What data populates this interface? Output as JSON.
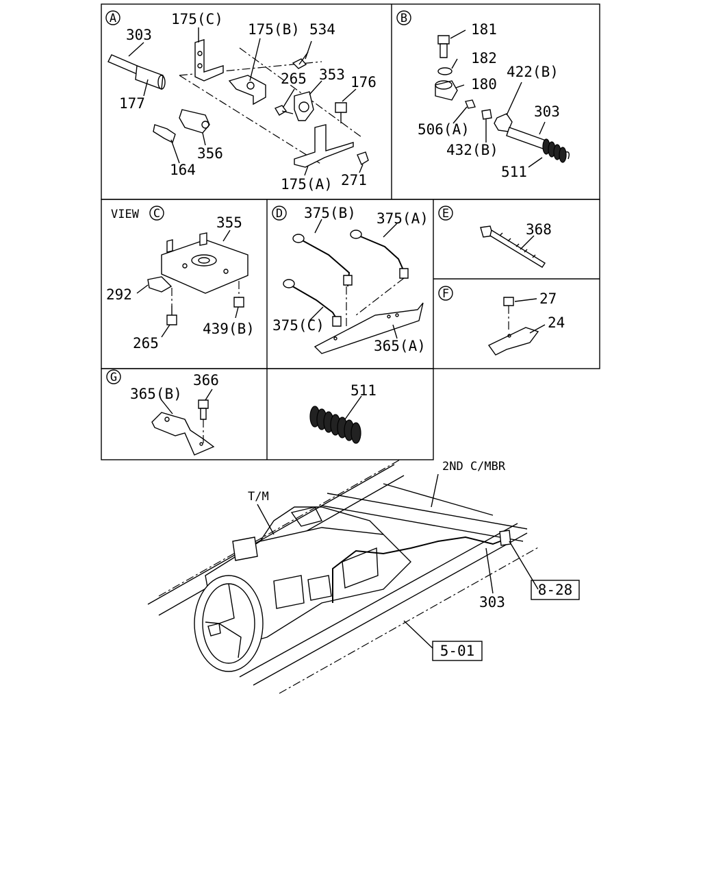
{
  "panels": {
    "A": {
      "letter": "A",
      "labels": {
        "p175c": "175(C)",
        "p175b": "175(B)",
        "p534": "534",
        "p303": "303",
        "p265": "265",
        "p353": "353",
        "p176": "176",
        "p177": "177",
        "p356": "356",
        "p164": "164",
        "p175a": "175(A)",
        "p271": "271"
      }
    },
    "B": {
      "letter": "B",
      "labels": {
        "p181": "181",
        "p182": "182",
        "p180": "180",
        "p422b": "422(B)",
        "p303": "303",
        "p506a": "506(A)",
        "p432b": "432(B)",
        "p511": "511"
      }
    },
    "C": {
      "view_text": "VIEW",
      "letter": "C",
      "labels": {
        "p355": "355",
        "p292": "292",
        "p265": "265",
        "p439b": "439(B)"
      }
    },
    "D": {
      "letter": "D",
      "labels": {
        "p375b": "375(B)",
        "p375a": "375(A)",
        "p375c": "375(C)",
        "p365a": "365(A)"
      }
    },
    "E": {
      "letter": "E",
      "labels": {
        "p368": "368"
      }
    },
    "F": {
      "letter": "F",
      "labels": {
        "p27": "27",
        "p24": "24"
      }
    },
    "G": {
      "letter": "G",
      "labels": {
        "p365b": "365(B)",
        "p366": "366"
      }
    },
    "H": {
      "labels": {
        "p511": "511"
      }
    }
  },
  "overview": {
    "second_cross_member": "2ND C/MBR",
    "tm": "T/M",
    "p303": "303",
    "ref_828": "8-28",
    "ref_501": "5-01"
  }
}
